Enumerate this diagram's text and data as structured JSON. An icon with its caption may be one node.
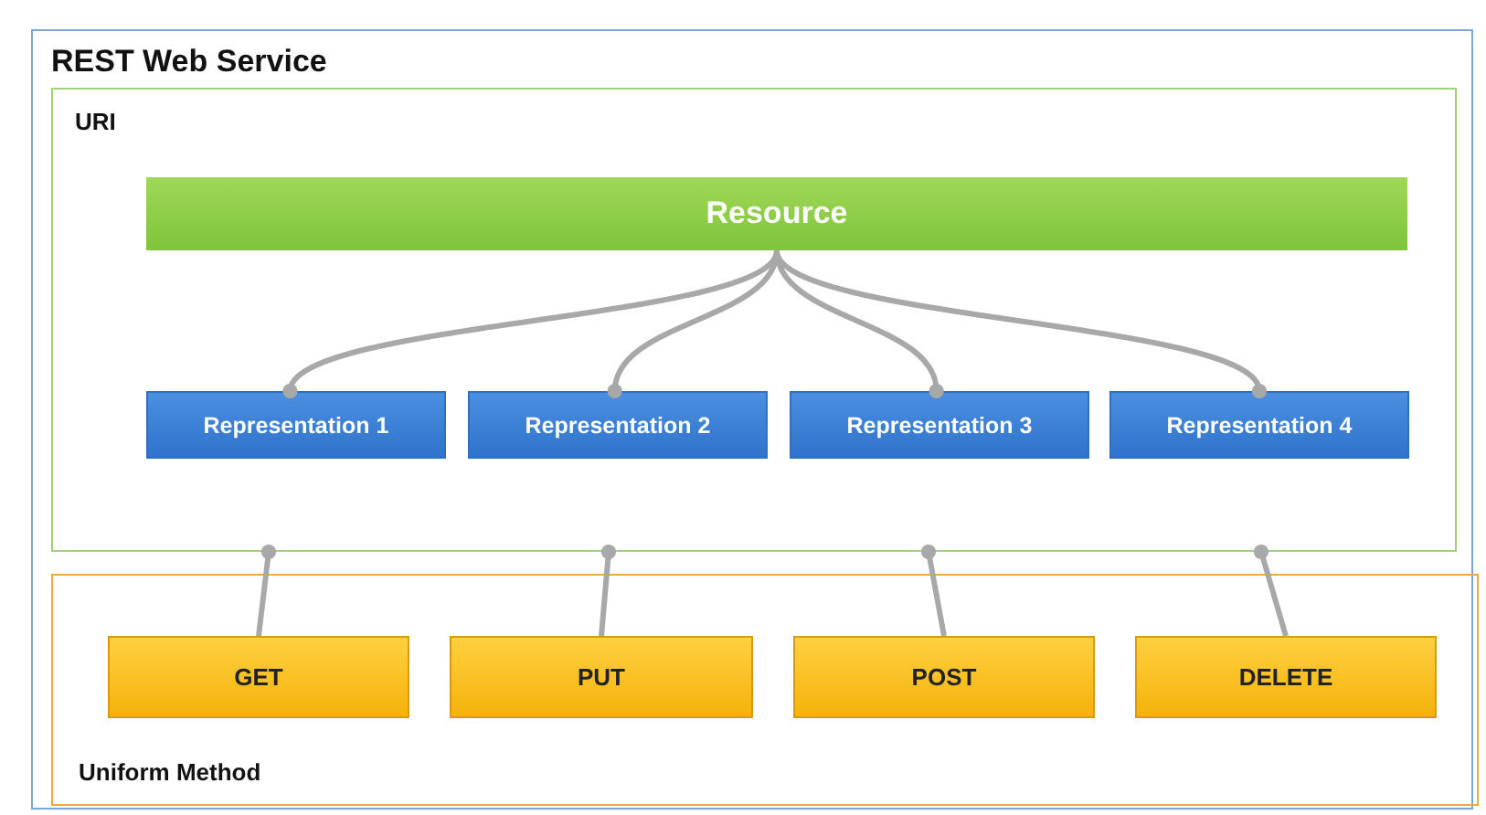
{
  "diagram": {
    "nodes": [
      {
        "text": [
          "REST Web Service"
        ]
      },
      {
        "text": [
          "URI"
        ],
        "in": 0
      },
      {
        "text": [
          "Resource"
        ],
        "in": 1
      },
      {
        "text": [
          "Representation 1"
        ],
        "in": 1
      },
      {
        "text": [
          "Representation 2"
        ],
        "in": 1
      },
      {
        "text": [
          "Representation 3"
        ],
        "in": 1
      },
      {
        "text": [
          "Representation 4"
        ],
        "in": 1
      },
      {
        "text": [
          "Uniform Method"
        ],
        "in": 0
      },
      {
        "text": [
          "GET"
        ],
        "in": 7
      },
      {
        "text": [
          "PUT"
        ],
        "in": 7
      },
      {
        "text": [
          "POST"
        ],
        "in": 7
      },
      {
        "text": [
          "DELETE"
        ],
        "in": 7
      }
    ],
    "edges": [
      {
        "from": 2,
        "to": 3,
        "arrow": "other"
      },
      {
        "from": 2,
        "to": 4,
        "arrow": "other"
      },
      {
        "from": 2,
        "to": 5,
        "arrow": "other"
      },
      {
        "from": 2,
        "to": 6,
        "arrow": "other"
      },
      {
        "from": 8,
        "to": 1,
        "arrow": "other"
      },
      {
        "from": 9,
        "to": 1,
        "arrow": "other"
      },
      {
        "from": 10,
        "to": 1,
        "arrow": "other"
      },
      {
        "from": 11,
        "to": 1,
        "arrow": "other"
      }
    ]
  }
}
